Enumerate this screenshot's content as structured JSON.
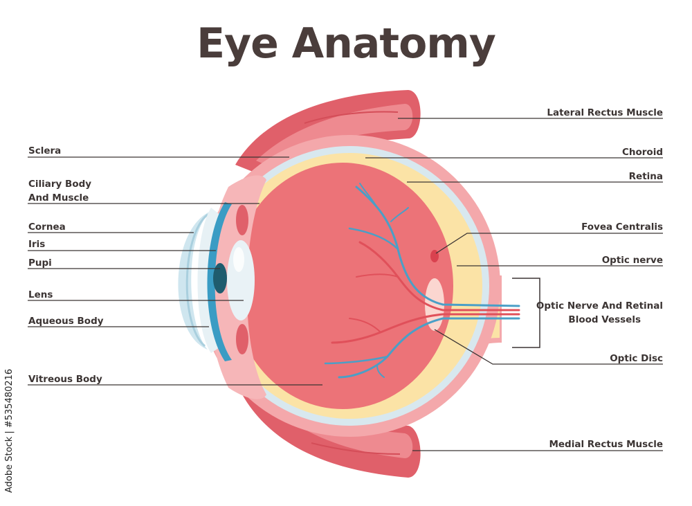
{
  "title": "Eye Anatomy",
  "labels_left": {
    "sclera": "Sclera",
    "ciliary_line1": "Ciliary Body",
    "ciliary_line2": "And Muscle",
    "cornea": "Cornea",
    "iris": "Iris",
    "pupil": "Pupi",
    "lens": "Lens",
    "aqueous": "Aqueous Body",
    "vitreous": "Vitreous Body"
  },
  "labels_right": {
    "lateral_rectus": "Lateral Rectus Muscle",
    "choroid": "Choroid",
    "retina": "Retina",
    "fovea": "Fovea Centralis",
    "optic_nerve": "Optic nerve",
    "optic_vessels_line1": "Optic Nerve And Retinal",
    "optic_vessels_line2": "Blood Vessels",
    "optic_disc": "Optic Disc",
    "medial_rectus": "Medial Rectus Muscle"
  },
  "watermark": "Adobe Stock | #535480216",
  "colors": {
    "muscle": "#e0606a",
    "muscle_light": "#f08a90",
    "sclera": "#f4a8ab",
    "choroid": "#d8e8ef",
    "retina": "#fbe3a6",
    "vitreous": "#ec7378",
    "cornea": "#cfe6ef",
    "iris": "#3a9cc4",
    "pupil": "#1f5c6e",
    "lens": "#e9f2f6",
    "artery": "#e0505a",
    "vein": "#4a9fc7"
  }
}
